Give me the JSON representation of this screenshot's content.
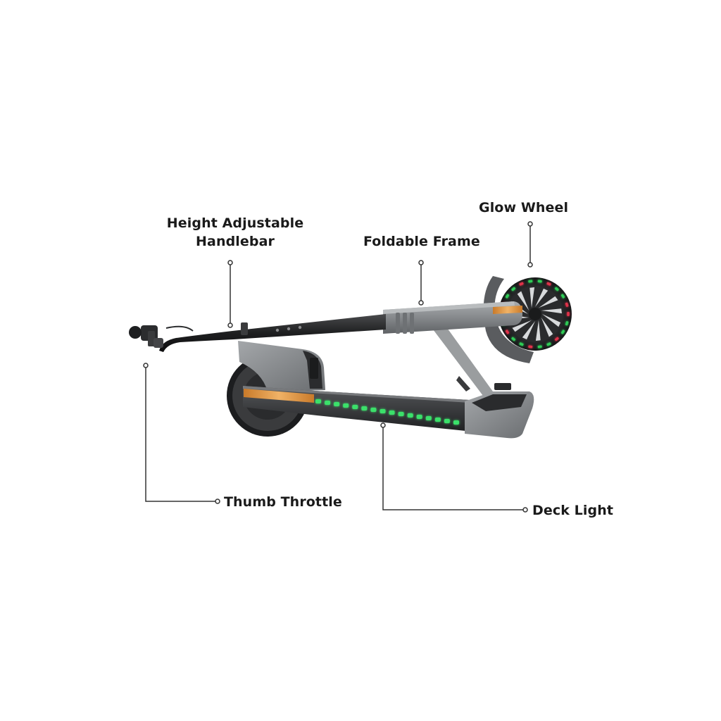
{
  "callouts": {
    "handlebar": {
      "line1": "Height Adjustable",
      "line2": "Handlebar"
    },
    "frame": {
      "label": "Foldable Frame"
    },
    "wheel": {
      "label": "Glow Wheel"
    },
    "throttle": {
      "label": "Thumb Throttle"
    },
    "deck": {
      "label": "Deck Light"
    }
  },
  "colors": {
    "label_text": "#1a1a1a",
    "leader_line": "#333333",
    "deck_glow": "#3be06a",
    "wheel_glow_green": "#2ecc55",
    "wheel_glow_red": "#e0304a",
    "reflector": "#e8a04a",
    "frame_gray": "#8a8d90",
    "dark_body": "#2a2b2d"
  }
}
